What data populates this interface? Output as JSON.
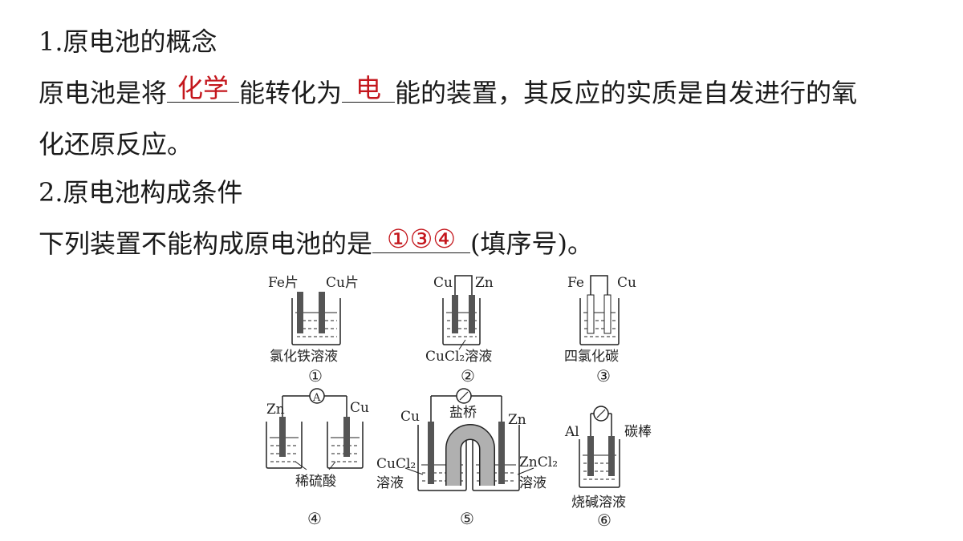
{
  "section1": {
    "heading": "1.原电池的概念",
    "part1": "原电池是将",
    "blank1": "化学",
    "part2": "能转化为",
    "blank2": "电",
    "part3": "能的装置，其反应的实质是自发进行的氧",
    "line2": "化还原反应。"
  },
  "section2": {
    "heading": "2.原电池构成条件",
    "prompt": "下列装置不能构成原电池的是",
    "answer": "①③④",
    "suffix": "(填序号)。"
  },
  "figures": {
    "f1": {
      "left": "Fe片",
      "right": "Cu片",
      "solution": "氯化铁溶液",
      "num": "①"
    },
    "f2": {
      "left": "Cu",
      "right": "Zn",
      "solution": "CuCl₂溶液",
      "num": "②"
    },
    "f3": {
      "left": "Fe",
      "right": "Cu",
      "solution": "四氯化碳",
      "num": "③"
    },
    "f4": {
      "left": "Zn",
      "right": "Cu",
      "meter": "A",
      "solution": "稀硫酸",
      "num": "④"
    },
    "f5": {
      "left": "Cu",
      "right": "Zn",
      "bridge": "盐桥",
      "sol_left_1": "CuCl₂",
      "sol_left_2": "溶液",
      "sol_right_1": "ZnCl₂",
      "sol_right_2": "溶液",
      "num": "⑤"
    },
    "f6": {
      "left": "Al",
      "right": "碳棒",
      "solution": "烧碱溶液",
      "num": "⑥"
    }
  },
  "colors": {
    "answer": "#c4161c",
    "text": "#1a1a1a",
    "electrode": "#555555",
    "bridge": "#b0b0b0"
  }
}
